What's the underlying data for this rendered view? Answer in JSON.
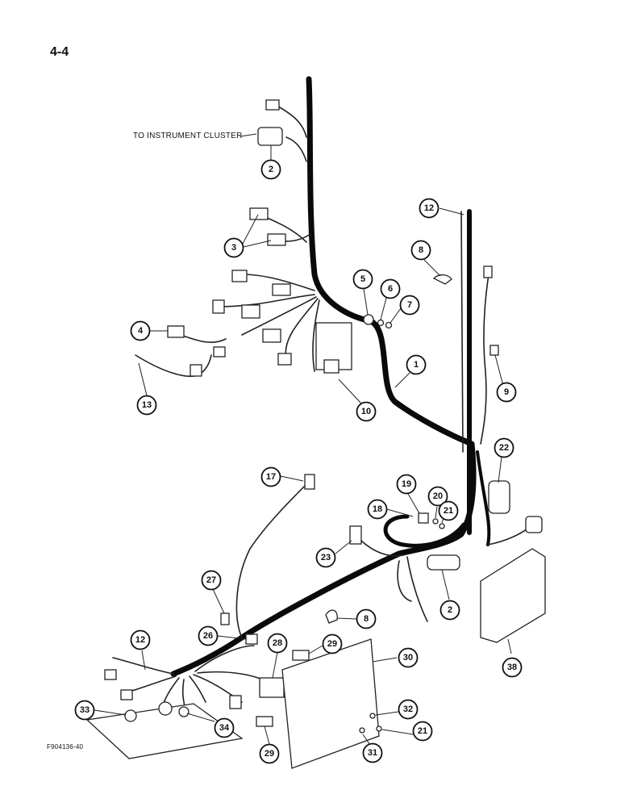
{
  "page_number": "4-4",
  "figure_code": "F904136-40",
  "note": "TO INSTRUMENT CLUSTER",
  "callouts": [
    {
      "id": "c-2a",
      "label": "2"
    },
    {
      "id": "c-3",
      "label": "3"
    },
    {
      "id": "c-12a",
      "label": "12"
    },
    {
      "id": "c-8a",
      "label": "8"
    },
    {
      "id": "c-5",
      "label": "5"
    },
    {
      "id": "c-6",
      "label": "6"
    },
    {
      "id": "c-7",
      "label": "7"
    },
    {
      "id": "c-4",
      "label": "4"
    },
    {
      "id": "c-1",
      "label": "1"
    },
    {
      "id": "c-9",
      "label": "9"
    },
    {
      "id": "c-13",
      "label": "13"
    },
    {
      "id": "c-10",
      "label": "10"
    },
    {
      "id": "c-22",
      "label": "22"
    },
    {
      "id": "c-17",
      "label": "17"
    },
    {
      "id": "c-19",
      "label": "19"
    },
    {
      "id": "c-20",
      "label": "20"
    },
    {
      "id": "c-18",
      "label": "18"
    },
    {
      "id": "c-21a",
      "label": "21"
    },
    {
      "id": "c-23",
      "label": "23"
    },
    {
      "id": "c-27",
      "label": "27"
    },
    {
      "id": "c-2b",
      "label": "2"
    },
    {
      "id": "c-8b",
      "label": "8"
    },
    {
      "id": "c-26",
      "label": "26"
    },
    {
      "id": "c-12b",
      "label": "12"
    },
    {
      "id": "c-28",
      "label": "28"
    },
    {
      "id": "c-29a",
      "label": "29"
    },
    {
      "id": "c-30",
      "label": "30"
    },
    {
      "id": "c-38",
      "label": "38"
    },
    {
      "id": "c-33",
      "label": "33"
    },
    {
      "id": "c-34",
      "label": "34"
    },
    {
      "id": "c-32",
      "label": "32"
    },
    {
      "id": "c-21b",
      "label": "21"
    },
    {
      "id": "c-29b",
      "label": "29"
    },
    {
      "id": "c-31",
      "label": "31"
    }
  ]
}
